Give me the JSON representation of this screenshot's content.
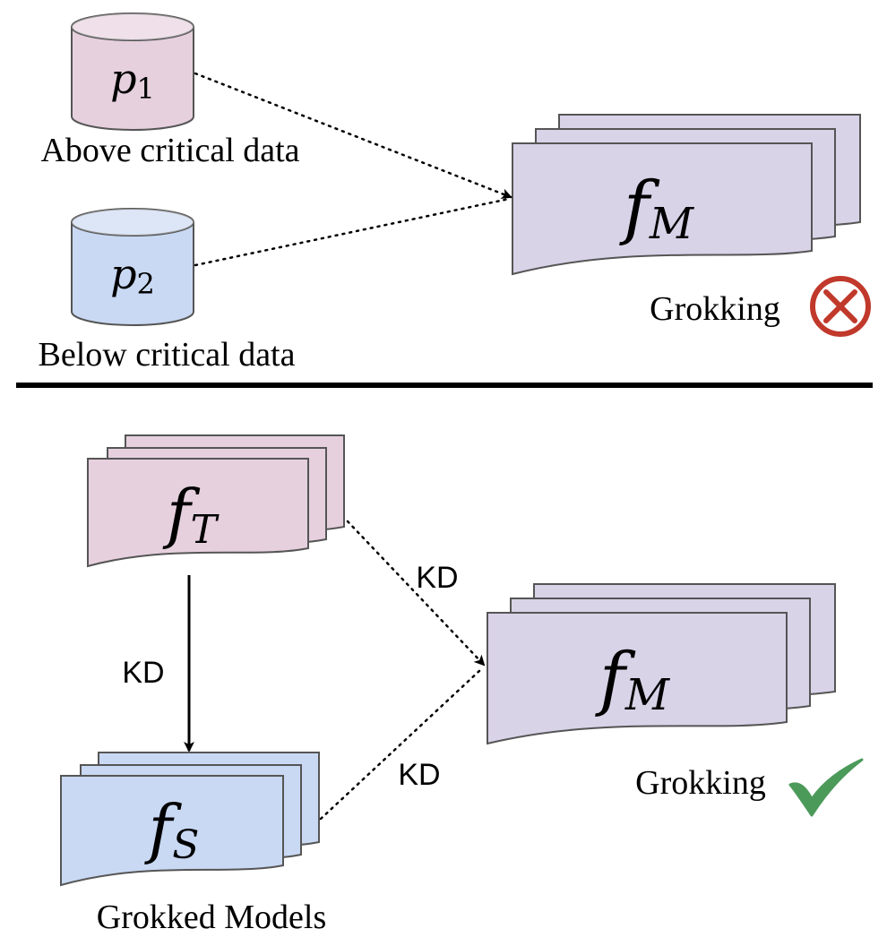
{
  "top_panel": {
    "db_above": {
      "symbol": "p",
      "subscript": "1",
      "caption": "Above critical data",
      "fill": "#e6d0de"
    },
    "db_below": {
      "symbol": "p",
      "subscript": "2",
      "caption": "Below critical data",
      "fill": "#c9d9f3"
    },
    "model": {
      "symbol": "f",
      "subscript": "M",
      "fill": "#d9d3e8"
    },
    "result": {
      "label": "Grokking",
      "status_icon": "x-circle-icon",
      "status_color": "#c0392b"
    }
  },
  "bottom_panel": {
    "teacher": {
      "symbol": "f",
      "subscript": "T",
      "fill": "#e6d0de"
    },
    "student": {
      "symbol": "f",
      "subscript": "S",
      "fill": "#c9d9f3",
      "caption": "Grokked Models"
    },
    "model": {
      "symbol": "f",
      "subscript": "M",
      "fill": "#d9d3e8"
    },
    "edges": {
      "teacher_to_student": "KD",
      "teacher_to_model": "KD",
      "student_to_model": "KD"
    },
    "result": {
      "label": "Grokking",
      "status_icon": "check-icon",
      "status_color": "#4c9a5a"
    }
  },
  "colors": {
    "stroke": "#555555",
    "divider": "#000000",
    "arrow": "#000000"
  }
}
